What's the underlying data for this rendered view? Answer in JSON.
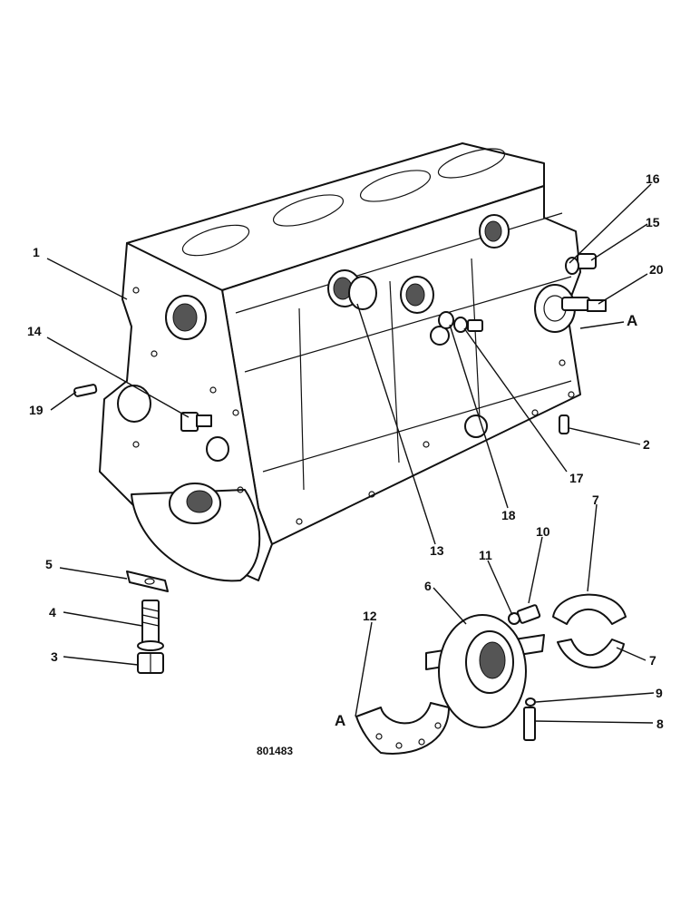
{
  "drawing_number": "801483",
  "callouts": {
    "c1": "1",
    "c2": "2",
    "c3": "3",
    "c4": "4",
    "c5": "5",
    "c6": "6",
    "c7a": "7",
    "c7b": "7",
    "c8": "8",
    "c9": "9",
    "c10": "10",
    "c11": "11",
    "c12": "12",
    "c13": "13",
    "c14": "14",
    "c15": "15",
    "c16": "16",
    "c17": "17",
    "c18": "18",
    "c19": "19",
    "c20": "20"
  },
  "reference_marks": {
    "a_upper": "A",
    "a_lower": "A"
  }
}
